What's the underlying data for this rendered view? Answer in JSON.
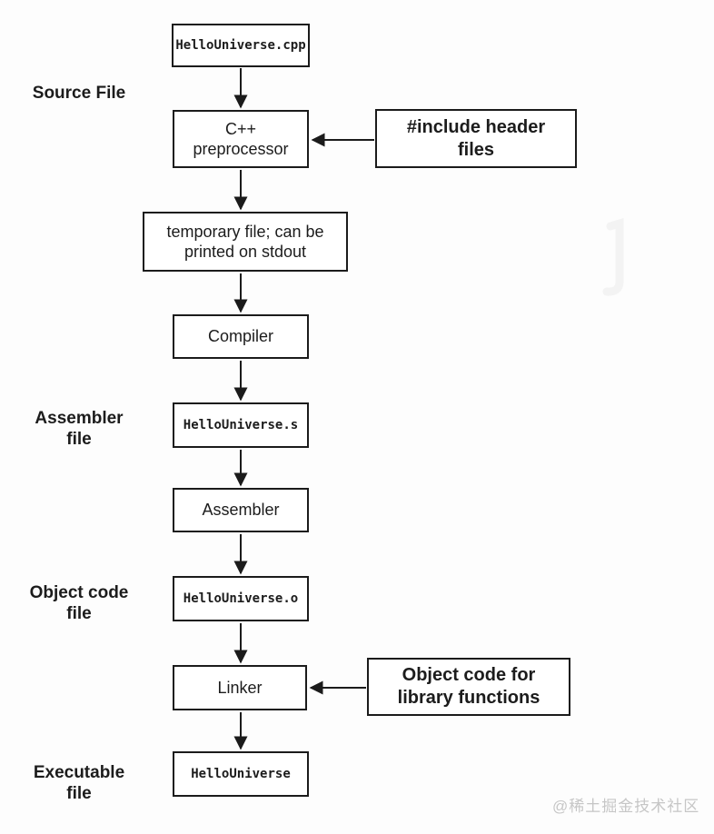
{
  "boxes": {
    "cpp_source": {
      "text": "HelloUniverse.cpp"
    },
    "preprocessor": {
      "line1": "C++",
      "line2": "preprocessor"
    },
    "include_headers": {
      "line1": "#include header",
      "line2": "files"
    },
    "temp_file": {
      "line1": "temporary file; can be",
      "line2": "printed on stdout"
    },
    "compiler": {
      "text": "Compiler"
    },
    "assembly_file": {
      "text": "HelloUniverse.s"
    },
    "assembler": {
      "text": "Assembler"
    },
    "object_file": {
      "text": "HelloUniverse.o"
    },
    "linker": {
      "text": "Linker"
    },
    "library_object": {
      "line1": "Object code for",
      "line2": "library functions"
    },
    "executable": {
      "text": "HelloUniverse"
    }
  },
  "side_labels": {
    "source": {
      "line1": "Source File"
    },
    "assembler": {
      "line1": "Assembler",
      "line2": "file"
    },
    "object_code": {
      "line1": "Object code",
      "line2": "file"
    },
    "executable": {
      "line1": "Executable",
      "line2": "file"
    }
  },
  "watermark": "@稀土掘金技术社区",
  "colors": {
    "line": "#1b1b1b",
    "text": "#1c1c1c",
    "watermark": "#c6c6c6",
    "box_fill": "#ffffff",
    "background": "#fdfdfd"
  }
}
